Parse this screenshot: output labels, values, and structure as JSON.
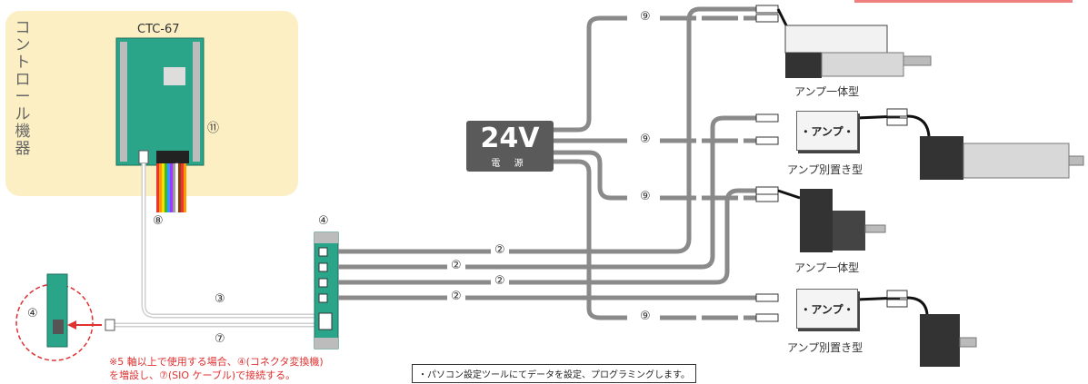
{
  "controller": {
    "vertical_label": [
      "コ",
      "ン",
      "ト",
      "ロ",
      "ー",
      "ル",
      "機",
      "器"
    ],
    "model": "CTC-67",
    "number": "⑪"
  },
  "psu": {
    "voltage": "24V",
    "sub": "電 源"
  },
  "cables": {
    "c2": "②",
    "c3": "③",
    "c4": "④",
    "c7": "⑦",
    "c8": "⑧",
    "c9": "⑨"
  },
  "amps": {
    "amp_label": "・アンプ・"
  },
  "labels": {
    "integrated_top": "アンプ一体型",
    "separate_1": "アンプ別置き型",
    "integrated_mid": "アンプ一体型",
    "separate_2": "アンプ別置き型"
  },
  "note": {
    "line1": "※5 軸以上で使用する場合、④(コネクタ変換機)",
    "line2": "を増設し、⑦(SIO ケーブル)で接続する。"
  },
  "tool_note": "・パソコン設定ツールにてデータを設定、プログラミングします。"
}
